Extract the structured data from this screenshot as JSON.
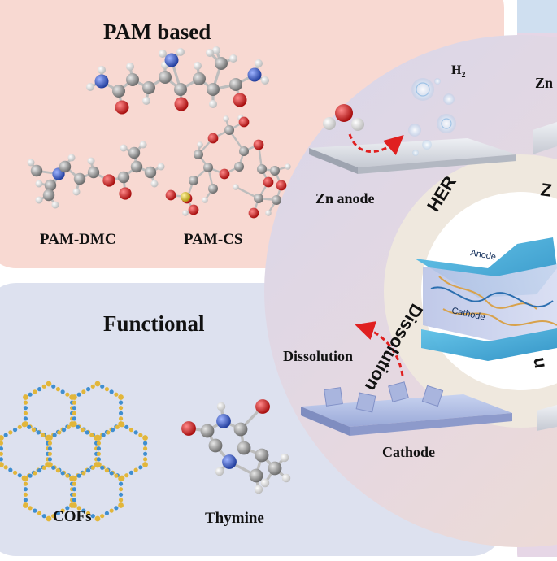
{
  "panels": {
    "pam": {
      "title": "PAM based",
      "labels": {
        "dmc": "PAM-DMC",
        "cs": "PAM-CS"
      }
    },
    "functional": {
      "title": "Functional",
      "labels": {
        "cofs": "COFs",
        "thymine": "Thymine"
      }
    }
  },
  "center": {
    "ring_labels": {
      "her": "HER",
      "zn_cut": "Z",
      "dissolution": "Dissolution",
      "dissolution_cut": "n"
    },
    "layers": {
      "anode": "Anode",
      "cathode": "Cathode"
    }
  },
  "her_scene": {
    "h2": "H",
    "h2_sub": "2",
    "zn_anode": "Zn anode"
  },
  "dissolution_scene": {
    "dissolution": "Dissolution",
    "cathode": "Cathode"
  },
  "right_cut": {
    "zn_partial": "Zn"
  },
  "colors": {
    "pam_bg": "#f8d9d2",
    "functional_bg": "#dce0ef",
    "fan_bg": "#d8d9ea",
    "ring": "#efe6dc",
    "arrow_red": "#e02020",
    "carbon": "#9a9a9a",
    "oxygen": "#d41c1c",
    "nitrogen": "#3556c8",
    "sulfur": "#d9c229",
    "hydrogen": "#ffffff",
    "cof_node": "#e2b63a",
    "cof_link": "#3f8ed0"
  }
}
